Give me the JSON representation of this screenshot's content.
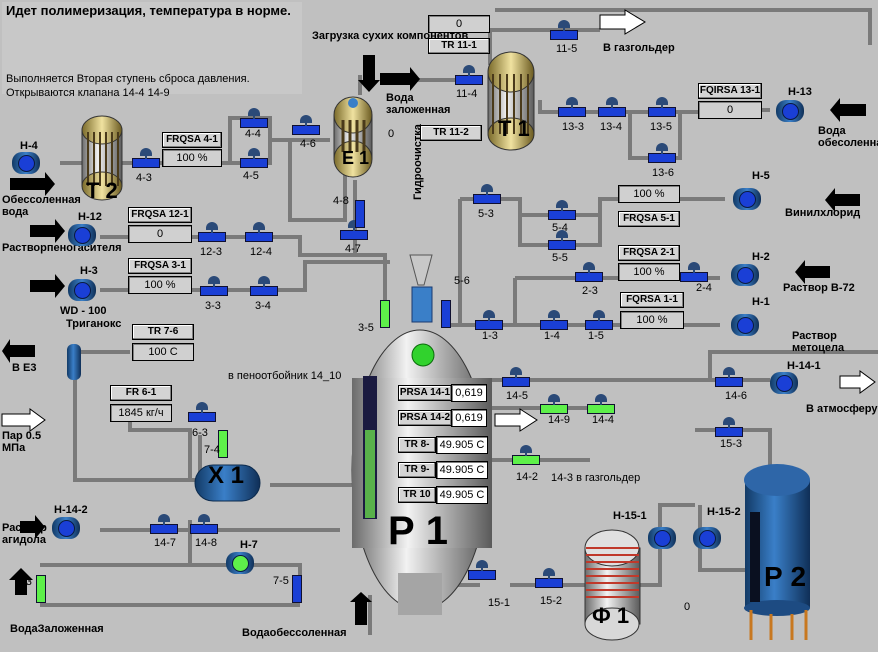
{
  "status": {
    "line1": "Идет полимеризация, температура в норме.",
    "line2": "Выполняется Вторая ступень сброса давления.",
    "line3": "Открываются клапана 14-4 14-9"
  },
  "colors": {
    "pipe": "#777777",
    "vessel": "#1f4f86",
    "valve": "#1a3fd6",
    "valve_open": "#5ef04a",
    "pump": "#1f4f86"
  },
  "labels": {
    "load_dry": "Загрузка сухих компонентов",
    "water_soft": "Вода заложенная",
    "gas_holder": "В газгольдер",
    "water_demin": "Вода обесоленная",
    "vinyl": "Винилхлорид",
    "sol_b72": "Раствор В-72",
    "sol_methyl": "Раствор метоцела",
    "atm": "В атмосферу",
    "hydro": "Гидроочистка",
    "be3": "В Е3",
    "steam": "Пар 0.5 МПа",
    "sol_agid": "Раствор агидола",
    "water_soft_b": "ВодаЗаложенная",
    "water_demin_b": "Водаобессоленная",
    "demin_left": "Обессоленная вода",
    "foam": "Растворпеногасителя",
    "wd": "WD - 100",
    "triganox": "Триганокс",
    "foam_trap": "в пеноотбойник 14_10",
    "gas_holder_2": "14-3 в газгольдер"
  },
  "equipment": {
    "t2": "Т 2",
    "e1": "Е 1",
    "t1": "Т 1",
    "x1": "Х 1",
    "p1": "Р 1",
    "f1": "Ф 1",
    "p2": "Р 2"
  },
  "pumps": [
    "Н-4",
    "Н-12",
    "Н-3",
    "Н-13",
    "Н-5",
    "Н-2",
    "Н-1",
    "Н-14-1",
    "Н-14-2",
    "Н-7",
    "Н-15-1",
    "Н-15-2"
  ],
  "valves": {
    "v4_3": "4-3",
    "v4_4": "4-4",
    "v4_5": "4-5",
    "v4_6": "4-6",
    "v4_7": "4-7",
    "v4_8": "4-8",
    "v11_4": "11-4",
    "v11_5": "11-5",
    "v13_3": "13-3",
    "v13_4": "13-4",
    "v13_5": "13-5",
    "v13_6": "13-6",
    "v12_3": "12-3",
    "v12_4": "12-4",
    "v3_3": "3-3",
    "v3_4": "3-4",
    "v3_5": "3-5",
    "v5_3": "5-3",
    "v5_4": "5-4",
    "v5_5": "5-5",
    "v5_6": "5-6",
    "v2_3": "2-3",
    "v2_4": "2-4",
    "v1_3": "1-3",
    "v1_4": "1-4",
    "v1_5": "1-5",
    "v14_5": "14-5",
    "v14_6": "14-6",
    "v14_9": "14-9",
    "v14_4": "14-4",
    "v15_3": "15-3",
    "v14_2": "14-2",
    "v6_3": "6-3",
    "v7_4": "7-4",
    "v14_7": "14-7",
    "v14_8": "14-8",
    "v7_3": "7-3",
    "v7_5": "7-5",
    "v15_1": "15-1",
    "v15_2": "15-2"
  },
  "tags": {
    "frqsa4_1": {
      "name": "FRQSA 4-1",
      "value": "100 %"
    },
    "frqsa12_1": {
      "name": "FRQSA 12-1",
      "value": "0"
    },
    "frqsa3_1": {
      "name": "FRQSA 3-1",
      "value": "100 %"
    },
    "tr11_1": {
      "name": "TR 11-1",
      "value": "0"
    },
    "tr11_2": {
      "name": "TR 11-2",
      "value": "0"
    },
    "fqirsa13_1": {
      "name": "FQIRSA 13-1",
      "value": "0"
    },
    "frqsa5_1": {
      "name": "FRQSA 5-1",
      "value": "100 %"
    },
    "frqsa2_1": {
      "name": "FRQSA 2-1",
      "value": "100 %"
    },
    "fqrsa1_1": {
      "name": "FQRSA 1-1",
      "value": "100 %"
    },
    "tr7_6": {
      "name": "TR 7-6",
      "value": "100 С"
    },
    "fr6_1": {
      "name": "FR 6-1",
      "value": "1845 кг/ч"
    },
    "prsa14_1": {
      "name": "PRSA 14-1",
      "value": "0,619"
    },
    "prsa14_2": {
      "name": "PRSA 14-2",
      "value": "0,619"
    },
    "tr8": {
      "name": "TR 8-",
      "value": "49.905 С"
    },
    "tr9": {
      "name": "TR 9-",
      "value": "49.905 С"
    },
    "tr10": {
      "name": "TR 10",
      "value": "49.905 С"
    },
    "f1_level": "0"
  }
}
